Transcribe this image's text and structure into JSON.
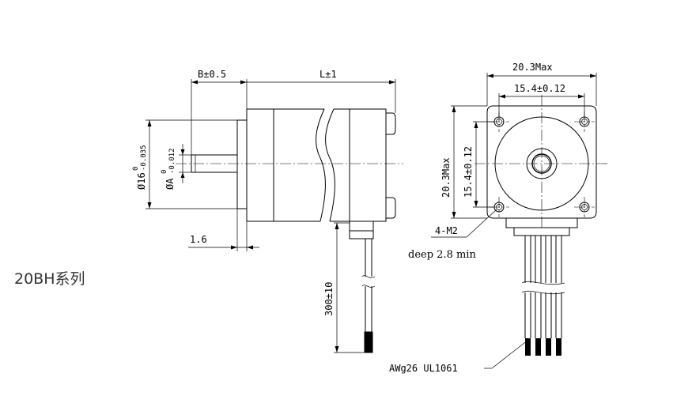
{
  "series_label": "20BH系列",
  "side_view": {
    "dim_b": "B±0.5",
    "dim_l": "L±1",
    "dim_diameter_16": "Ø16",
    "dim_diameter_16_tol_upper": "0",
    "dim_diameter_16_tol_lower": "-0.035",
    "dim_diameter_a": "ØA",
    "dim_diameter_a_tol_upper": "0",
    "dim_diameter_a_tol_lower": "-0.012",
    "dim_flange": "1.6",
    "dim_lead_length": "300±10"
  },
  "front_view": {
    "dim_width_max": "20.3Max",
    "dim_hole_spacing": "15.4±0.12",
    "dim_height_max": "20.3Max",
    "dim_hole_spacing_vertical": "15.4±0.12",
    "hole_callout": "4-M2",
    "hole_depth": "deep 2.8 min",
    "wire_spec": "AWg26 UL1061"
  }
}
